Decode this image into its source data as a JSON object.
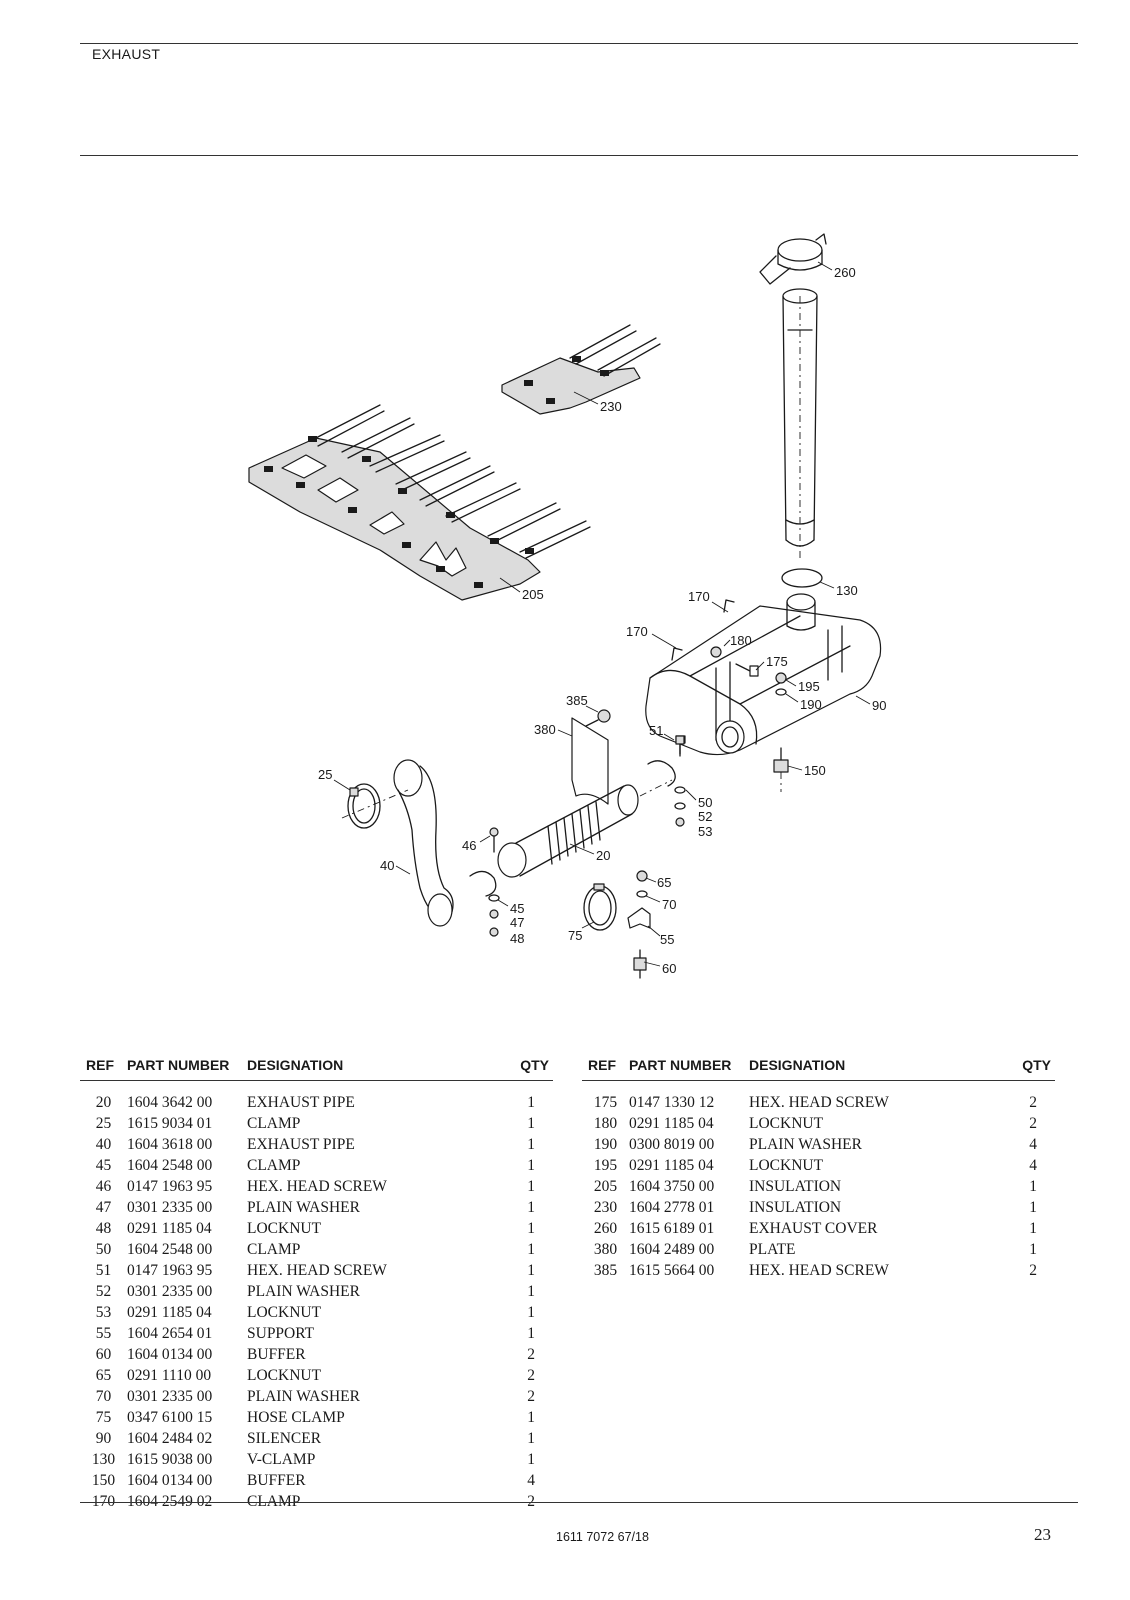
{
  "header": {
    "section_title": "EXHAUST"
  },
  "callouts": [
    "260",
    "230",
    "205",
    "130",
    "170",
    "170",
    "180",
    "175",
    "195",
    "190",
    "90",
    "385",
    "380",
    "51",
    "150",
    "25",
    "50",
    "52",
    "53",
    "46",
    "20",
    "40",
    "65",
    "70",
    "45",
    "47",
    "48",
    "75",
    "55",
    "60"
  ],
  "tables": {
    "headers": {
      "ref": "REF",
      "part_number": "PART NUMBER",
      "designation": "DESIGNATION",
      "qty": "QTY"
    },
    "left": [
      {
        "ref": "20",
        "part_number": "1604 3642 00",
        "designation": "EXHAUST PIPE",
        "qty": "1"
      },
      {
        "ref": "25",
        "part_number": "1615 9034 01",
        "designation": "CLAMP",
        "qty": "1"
      },
      {
        "ref": "40",
        "part_number": "1604 3618 00",
        "designation": "EXHAUST PIPE",
        "qty": "1"
      },
      {
        "ref": "45",
        "part_number": "1604 2548 00",
        "designation": "CLAMP",
        "qty": "1"
      },
      {
        "ref": "46",
        "part_number": "0147 1963 95",
        "designation": "HEX. HEAD SCREW",
        "qty": "1"
      },
      {
        "ref": "47",
        "part_number": "0301 2335 00",
        "designation": "PLAIN WASHER",
        "qty": "1"
      },
      {
        "ref": "48",
        "part_number": "0291 1185 04",
        "designation": "LOCKNUT",
        "qty": "1"
      },
      {
        "ref": "50",
        "part_number": "1604 2548 00",
        "designation": "CLAMP",
        "qty": "1"
      },
      {
        "ref": "51",
        "part_number": "0147 1963 95",
        "designation": "HEX. HEAD SCREW",
        "qty": "1"
      },
      {
        "ref": "52",
        "part_number": "0301 2335 00",
        "designation": "PLAIN WASHER",
        "qty": "1"
      },
      {
        "ref": "53",
        "part_number": "0291 1185 04",
        "designation": "LOCKNUT",
        "qty": "1"
      },
      {
        "ref": "55",
        "part_number": "1604 2654 01",
        "designation": "SUPPORT",
        "qty": "1"
      },
      {
        "ref": "60",
        "part_number": "1604 0134 00",
        "designation": "BUFFER",
        "qty": "2"
      },
      {
        "ref": "65",
        "part_number": "0291 1110 00",
        "designation": "LOCKNUT",
        "qty": "2"
      },
      {
        "ref": "70",
        "part_number": "0301 2335 00",
        "designation": "PLAIN WASHER",
        "qty": "2"
      },
      {
        "ref": "75",
        "part_number": "0347 6100 15",
        "designation": "HOSE CLAMP",
        "qty": "1"
      },
      {
        "ref": "90",
        "part_number": "1604 2484 02",
        "designation": "SILENCER",
        "qty": "1"
      },
      {
        "ref": "130",
        "part_number": "1615 9038 00",
        "designation": "V-CLAMP",
        "qty": "1"
      },
      {
        "ref": "150",
        "part_number": "1604 0134 00",
        "designation": "BUFFER",
        "qty": "4"
      },
      {
        "ref": "170",
        "part_number": "1604 2549 02",
        "designation": "CLAMP",
        "qty": "2"
      }
    ],
    "right": [
      {
        "ref": "175",
        "part_number": "0147 1330 12",
        "designation": "HEX. HEAD SCREW",
        "qty": "2"
      },
      {
        "ref": "180",
        "part_number": "0291 1185 04",
        "designation": "LOCKNUT",
        "qty": "2"
      },
      {
        "ref": "190",
        "part_number": "0300 8019 00",
        "designation": "PLAIN WASHER",
        "qty": "4"
      },
      {
        "ref": "195",
        "part_number": "0291 1185 04",
        "designation": "LOCKNUT",
        "qty": "4"
      },
      {
        "ref": "205",
        "part_number": "1604 3750 00",
        "designation": "INSULATION",
        "qty": "1"
      },
      {
        "ref": "230",
        "part_number": "1604 2778 01",
        "designation": "INSULATION",
        "qty": "1"
      },
      {
        "ref": "260",
        "part_number": "1615 6189 01",
        "designation": "EXHAUST COVER",
        "qty": "1"
      },
      {
        "ref": "380",
        "part_number": "1604 2489 00",
        "designation": "PLATE",
        "qty": "1"
      },
      {
        "ref": "385",
        "part_number": "1615 5664 00",
        "designation": "HEX. HEAD SCREW",
        "qty": "2"
      }
    ]
  },
  "footer": {
    "document_code": "1611 7072 67/18",
    "page_number": "23"
  }
}
